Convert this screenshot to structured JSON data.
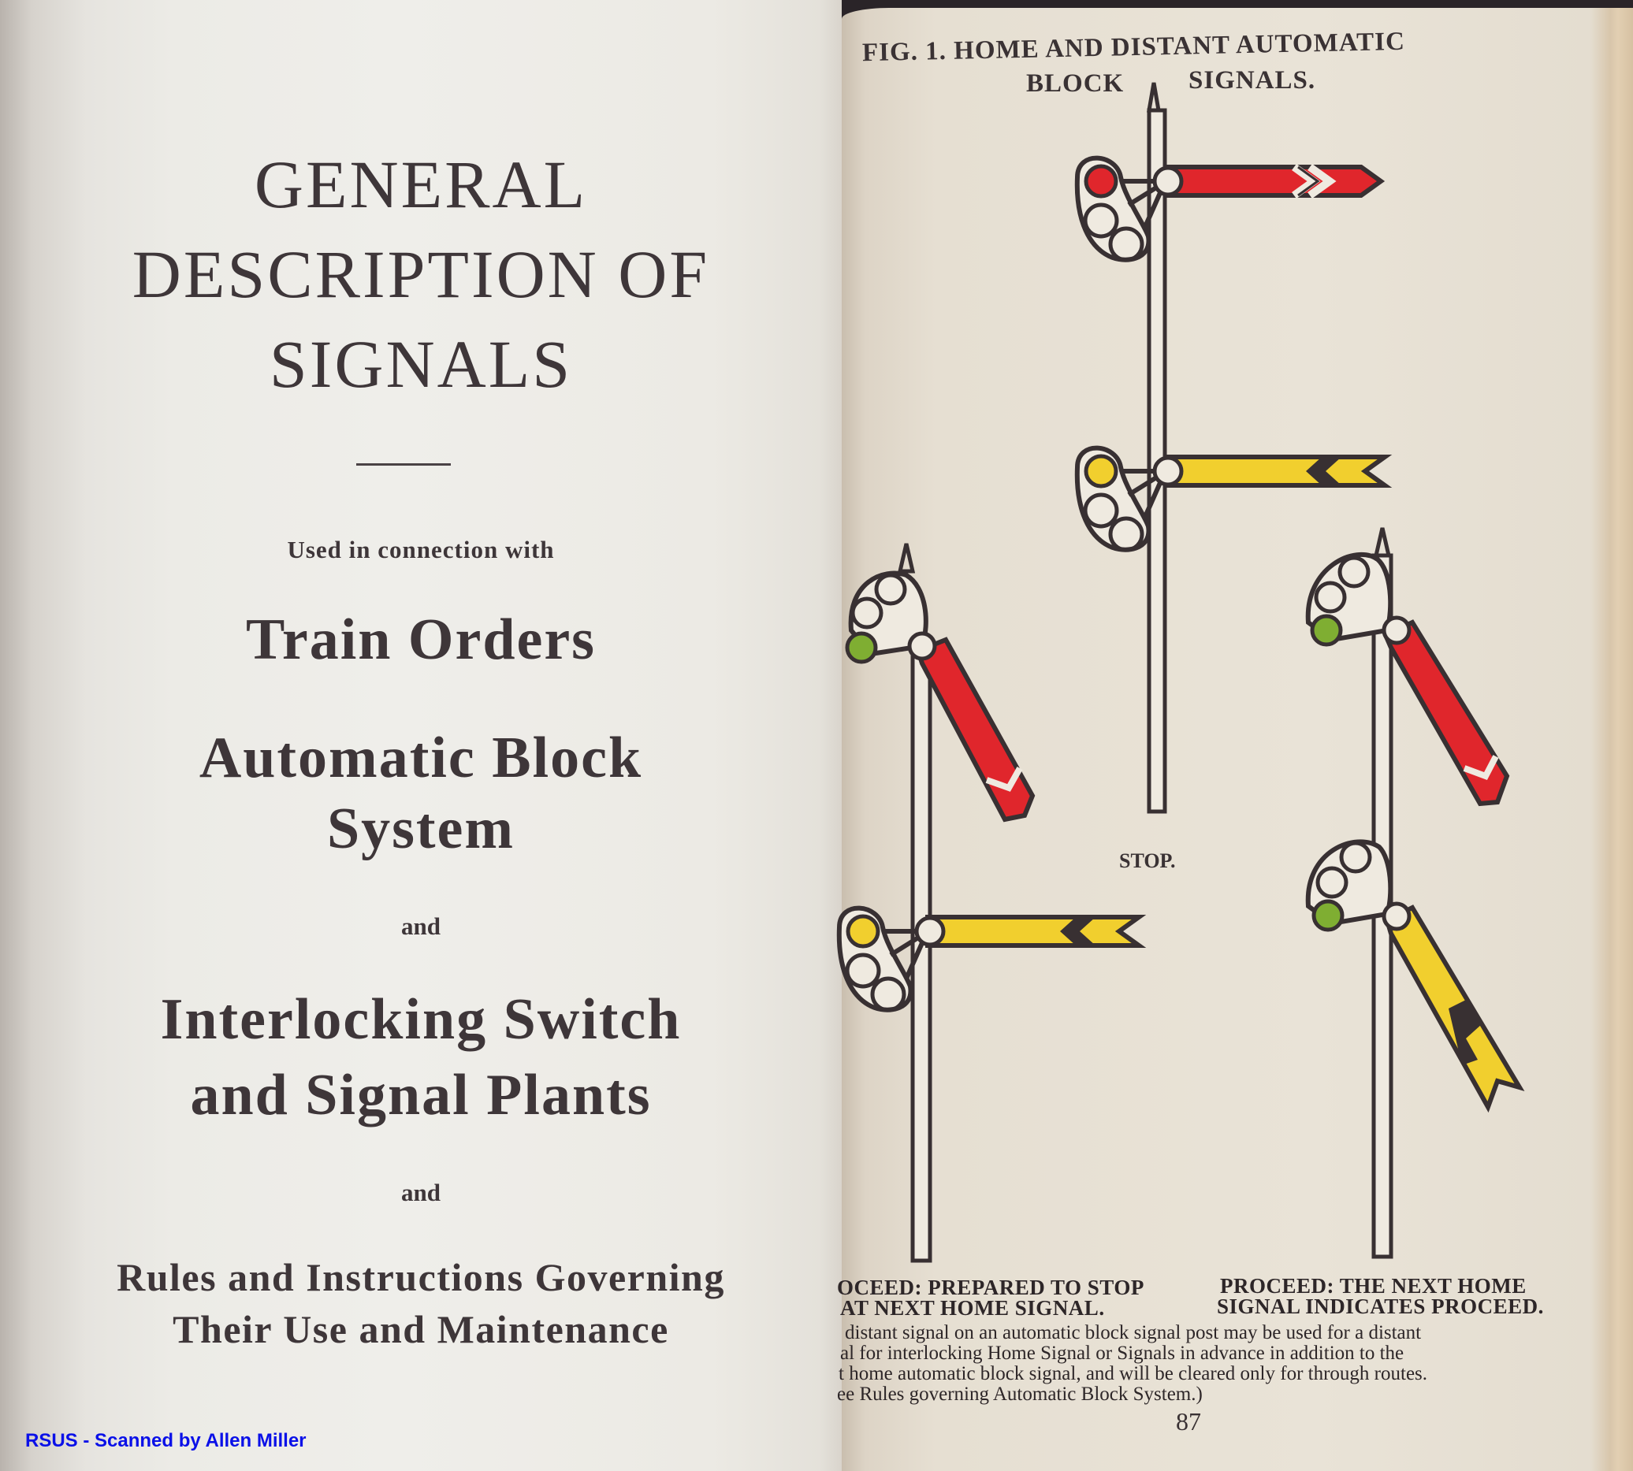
{
  "left_page": {
    "title_lines": [
      "GENERAL",
      "DESCRIPTION OF",
      "SIGNALS"
    ],
    "intro": "Used in connection with",
    "topic_1": "Train Orders",
    "topic_2_lines": [
      "Automatic Block",
      "System"
    ],
    "connector_1": "and",
    "topic_3_lines": [
      "Interlocking Switch",
      "and Signal Plants"
    ],
    "connector_2": "and",
    "topic_4_lines": [
      "Rules and Instructions Governing",
      "Their Use and Maintenance"
    ],
    "watermark": "RSUS - Scanned by Allen Miller"
  },
  "right_page": {
    "figure_title_line1": "FIG. 1.  HOME AND DISTANT AUTOMATIC",
    "figure_title_line2_left": "BLOCK",
    "figure_title_line2_right": "SIGNALS.",
    "center_label": "STOP.",
    "caption_left_lines": [
      "OCEED: PREPARED TO STOP",
      "AT NEXT HOME SIGNAL."
    ],
    "caption_right_lines": [
      "PROCEED: THE  NEXT  HOME",
      "SIGNAL INDICATES PROCEED."
    ],
    "note_lines": [
      "distant signal on an automatic block signal post may be used for a distant",
      "al for interlocking Home Signal or Signals in advance in addition to the",
      "t home automatic block signal, and will be cleared only for through routes.",
      "ee Rules governing Automatic Block System.)"
    ],
    "page_number": "87",
    "colors": {
      "red_blade": "#e0262c",
      "yellow_blade": "#f1cf2e",
      "green_lamp": "#7fae32",
      "ink": "#383032",
      "paper": "#e9e3d7"
    },
    "signals": [
      {
        "position": "center-top",
        "aspect": "stop",
        "blade": "red",
        "angle": "horizontal",
        "lit_lamp": "red"
      },
      {
        "position": "center-lower",
        "aspect": "caution",
        "blade": "yellow",
        "angle": "horizontal",
        "lit_lamp": "yellow"
      },
      {
        "position": "left-top",
        "aspect": "proceed",
        "blade": "red",
        "angle": "diagonal-down",
        "lit_lamp": "green"
      },
      {
        "position": "left-lower",
        "aspect": "caution",
        "blade": "yellow",
        "angle": "horizontal",
        "lit_lamp": "yellow"
      },
      {
        "position": "right-top",
        "aspect": "proceed",
        "blade": "red",
        "angle": "diagonal-down",
        "lit_lamp": "green"
      },
      {
        "position": "right-lower",
        "aspect": "proceed",
        "blade": "yellow",
        "angle": "diagonal-down",
        "lit_lamp": "green"
      }
    ]
  }
}
